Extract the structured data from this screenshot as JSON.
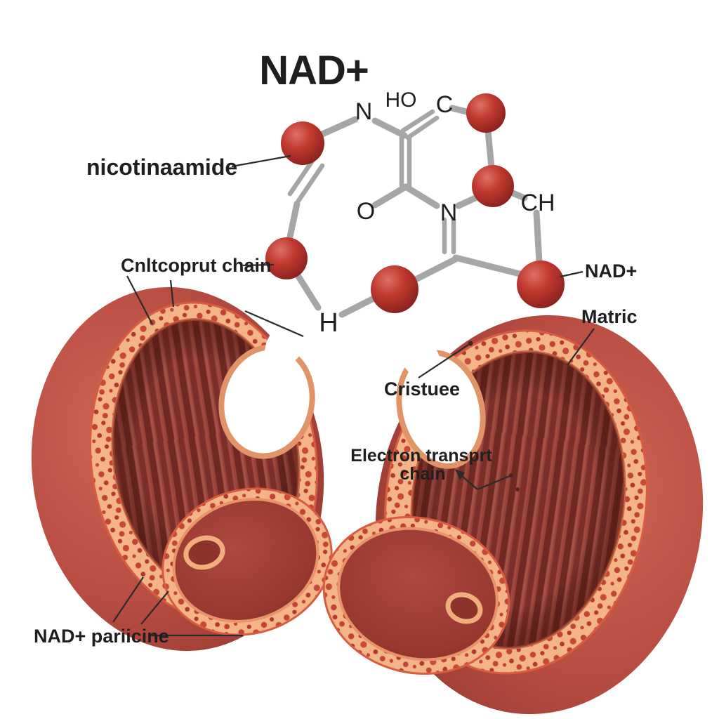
{
  "title": "NAD+",
  "molecule": {
    "atom_labels": {
      "n_top": "N",
      "ho": "HO",
      "c": "C",
      "o": "O",
      "n_ring": "N",
      "ch": "CH",
      "h": "H"
    }
  },
  "annotations": {
    "nicotinamide": "nicotinaamide",
    "transport_chain": "Cnltcoprut chain",
    "nad_plus_right": "NAD+",
    "matrix": "Matric",
    "cristae": "Cristuee",
    "electron_transport_line1": "Electron transprt",
    "electron_transport_line2": "chain",
    "nad_particle": "NAD+ pariicine"
  },
  "colors": {
    "label_text": "#1f1f1f",
    "bond_gray": "#a5a6a8",
    "atom_red": "#c13a30",
    "membrane_red": "#b84c41",
    "intermembrane_peach": "#f3b487",
    "speckle_red": "#c24434",
    "cristae_maroon": "#96423a",
    "pool_red": "#9c3a32",
    "rim_orange": "#e09468",
    "leader_line": "#2b2b2b",
    "background": "#ffffff"
  }
}
